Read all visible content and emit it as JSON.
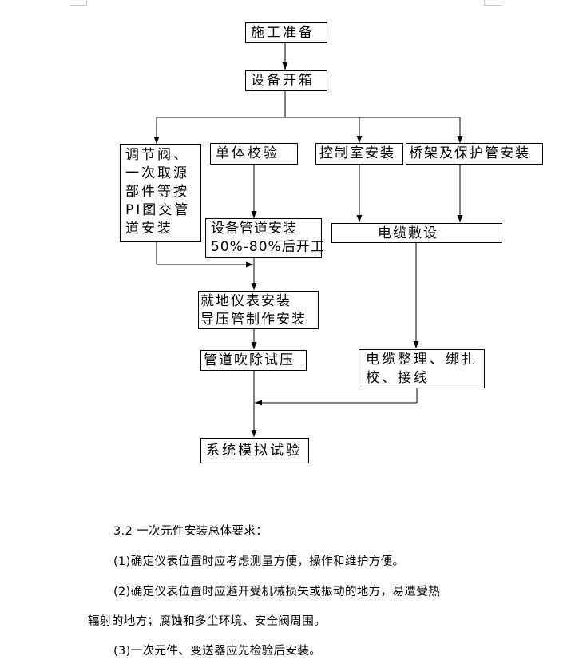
{
  "diagram": {
    "nodes": {
      "prep": "施工准备",
      "unpack": "设备开箱",
      "valve": "调节阀、\n一次取源\n部件等按\nPI图交管\n道安装",
      "calib": "单体校验",
      "control_room": "控制室安装",
      "bridge": "桥架及保护管安装",
      "pipe_install": "设备管道安装\n50%-80%后开工",
      "cable_lay": "电缆敷设",
      "local_inst": "就地仪表安装\n导压管制作安装",
      "purge": "管道吹除试压",
      "cable_tidy": "电缆整理、绑扎\n校、接线",
      "sim_test": "系统模拟试验"
    }
  },
  "text": {
    "heading": "3.2 一次元件安装总体要求：",
    "item1": "(1)确定仪表位置时应考虑测量方便，操作和维护方便。",
    "item2_line1": "(2)确定仪表位置时应避开受机械损失或振动的地方，易遭受热",
    "item2_line2": "辐射的地方；腐蚀和多尘环境、安全阀周围。",
    "item3": "(3)一次元件、变送器应先检验后安装。"
  }
}
